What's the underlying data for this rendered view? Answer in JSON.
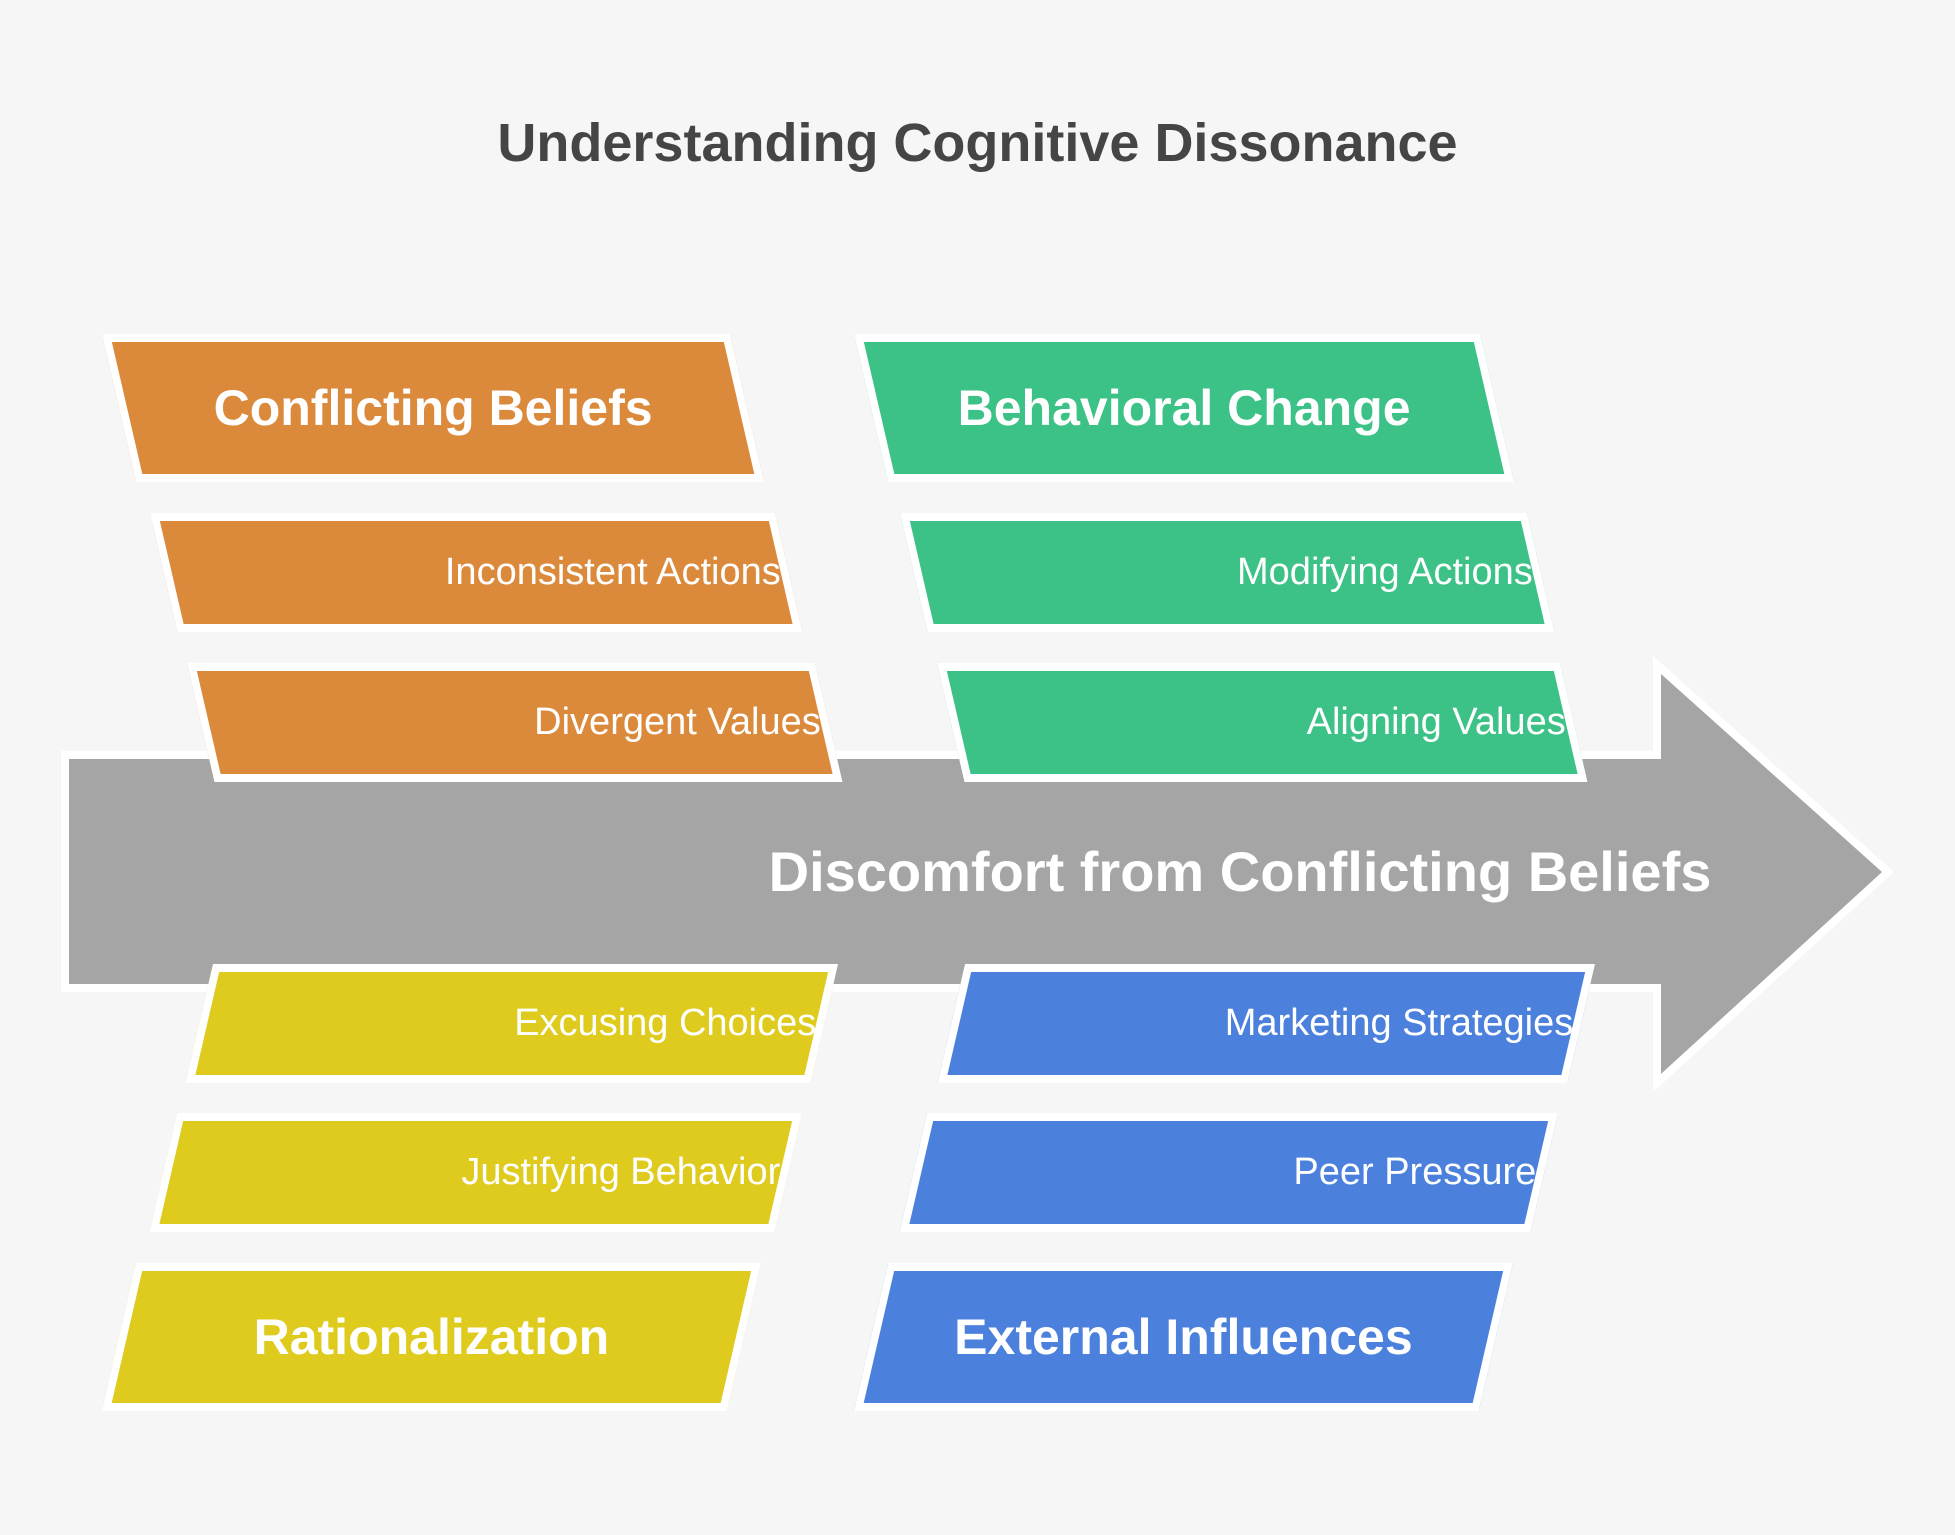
{
  "background": "#F6F6F7",
  "title": {
    "text": "Understanding Cognitive Dissonance",
    "color": "#454545"
  },
  "arrow": {
    "label": "Discomfort from Conflicting Beliefs",
    "fill": "#A5A5A5",
    "outline": "#FFFFFF",
    "label_color": "#FFFFFF"
  },
  "groups": [
    {
      "id": "conflicting-beliefs",
      "position": "top-left",
      "color": "#DB8A3C",
      "header": "Conflicting Beliefs",
      "items": [
        "Inconsistent Actions",
        "Divergent Values"
      ]
    },
    {
      "id": "behavioral-change",
      "position": "top-right",
      "color": "#3CC287",
      "header": "Behavioral Change",
      "items": [
        "Modifying Actions",
        "Aligning Values"
      ]
    },
    {
      "id": "rationalization",
      "position": "bottom-left",
      "color": "#DECB1D",
      "header": "Rationalization",
      "items": [
        "Excusing Choices",
        "Justifying Behavior"
      ]
    },
    {
      "id": "external-influences",
      "position": "bottom-right",
      "color": "#4B80DC",
      "header": "External Influences",
      "items": [
        "Marketing Strategies",
        "Peer Pressure"
      ]
    }
  ]
}
